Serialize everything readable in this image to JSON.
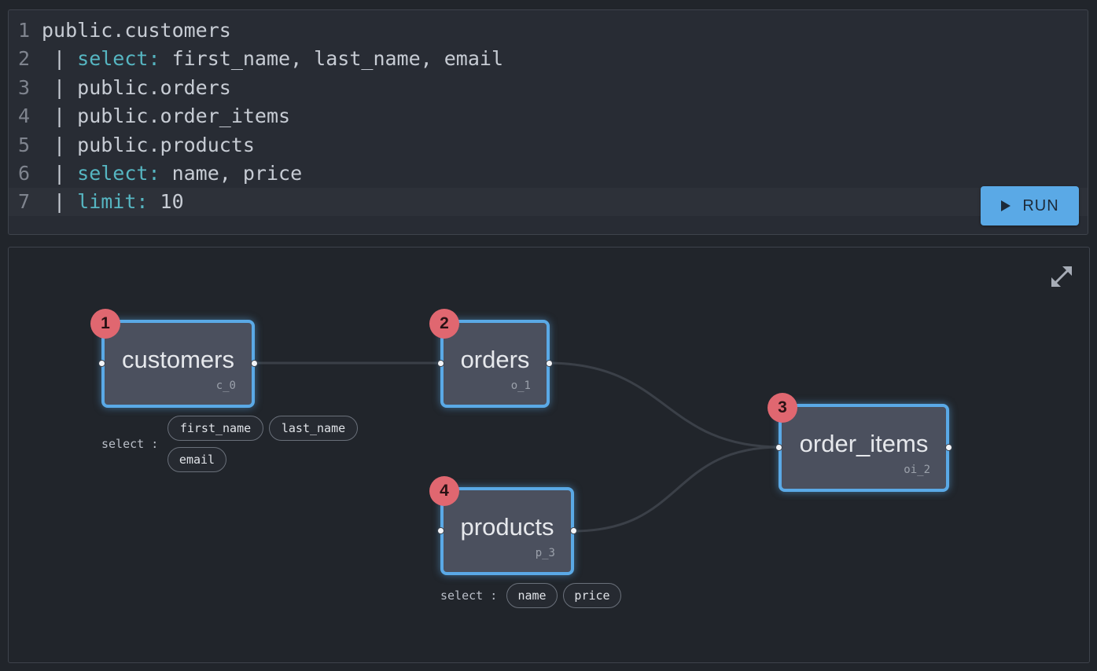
{
  "editor": {
    "lines": [
      {
        "num": "1",
        "segments": [
          {
            "text": "public.customers",
            "kind": "plain"
          }
        ]
      },
      {
        "num": "2",
        "segments": [
          {
            "text": " | ",
            "kind": "plain"
          },
          {
            "text": "select:",
            "kind": "kw"
          },
          {
            "text": " first_name, last_name, email",
            "kind": "plain"
          }
        ]
      },
      {
        "num": "3",
        "segments": [
          {
            "text": " | public.orders",
            "kind": "plain"
          }
        ]
      },
      {
        "num": "4",
        "segments": [
          {
            "text": " | public.order_items",
            "kind": "plain"
          }
        ]
      },
      {
        "num": "5",
        "segments": [
          {
            "text": " | public.products",
            "kind": "plain"
          }
        ]
      },
      {
        "num": "6",
        "segments": [
          {
            "text": " | ",
            "kind": "plain"
          },
          {
            "text": "select:",
            "kind": "kw"
          },
          {
            "text": " name, price",
            "kind": "plain"
          }
        ]
      },
      {
        "num": "7",
        "segments": [
          {
            "text": " | ",
            "kind": "plain"
          },
          {
            "text": "limit:",
            "kind": "kw"
          },
          {
            "text": " 10",
            "kind": "plain"
          }
        ]
      }
    ],
    "active_line": 7,
    "run_label": "RUN"
  },
  "graph": {
    "nodes": [
      {
        "id": "customers",
        "badge": "1",
        "title": "customers",
        "alias": "c_0"
      },
      {
        "id": "orders",
        "badge": "2",
        "title": "orders",
        "alias": "o_1"
      },
      {
        "id": "order_items",
        "badge": "3",
        "title": "order_items",
        "alias": "oi_2"
      },
      {
        "id": "products",
        "badge": "4",
        "title": "products",
        "alias": "p_3"
      }
    ],
    "customers_select": {
      "label": "select :",
      "columns": [
        "first_name",
        "last_name",
        "email"
      ]
    },
    "products_select": {
      "label": "select :",
      "columns": [
        "name",
        "price"
      ]
    }
  },
  "colors": {
    "accent": "#5aa9e6",
    "badge": "#e06770",
    "keyword": "#56b6c2"
  }
}
